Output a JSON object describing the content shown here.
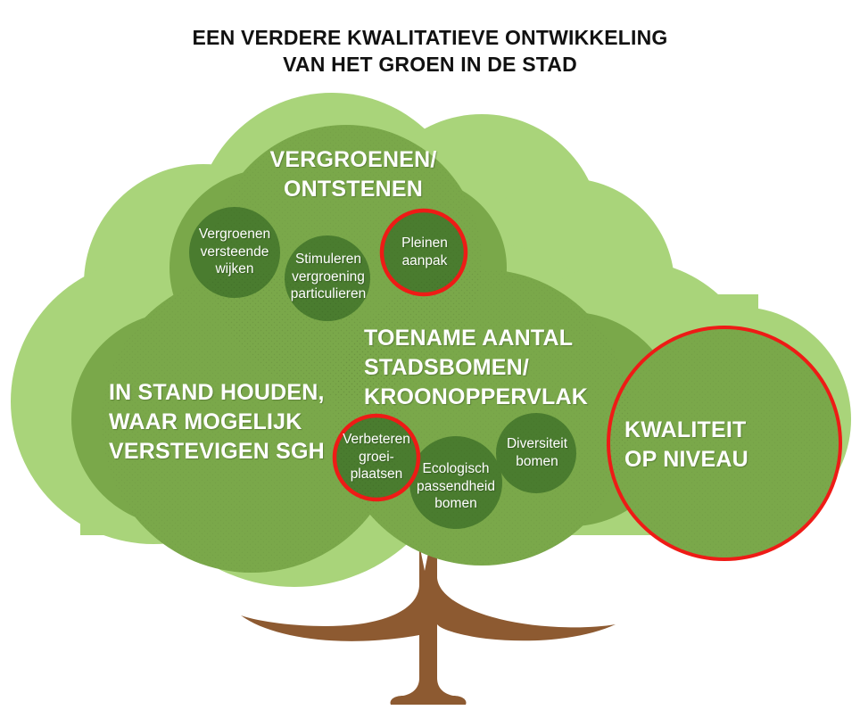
{
  "title": {
    "line1": "EEN VERDERE KWALITATIEVE ONTWIKKELING",
    "line2": "VAN HET GROEN IN DE STAD"
  },
  "colors": {
    "background": "#ffffff",
    "canopy_light": "#a9d47a",
    "canopy_mid": "#7aa84a",
    "bubble_dark": "#4a7c2f",
    "trunk": "#8d5a31",
    "highlight": "#ee1b16",
    "text_on_green": "#ffffff",
    "title_text": "#111111"
  },
  "diagram": {
    "type": "tree-concept-map",
    "shape": "tree with leafy canopy of overlapping circles and a brown trunk",
    "major_themes": [
      {
        "id": "vergroenen",
        "lines": [
          "VERGROENEN/",
          "ONTSTENEN"
        ],
        "highlighted": false
      },
      {
        "id": "instand",
        "lines": [
          "IN STAND HOUDEN,",
          "WAAR MOGELIJK",
          "VERSTEVIGEN SGH"
        ],
        "highlighted": false
      },
      {
        "id": "toename",
        "lines": [
          "TOENAME AANTAL",
          "STADSBOMEN/",
          "KROONOPPERVLAK"
        ],
        "highlighted": false
      },
      {
        "id": "kwaliteit",
        "lines": [
          "KWALITEIT",
          "OP NIVEAU"
        ],
        "highlighted": true
      }
    ],
    "sub_items": [
      {
        "id": "c1",
        "lines": [
          "Vergroenen",
          "versteende",
          "wijken"
        ],
        "highlighted": false
      },
      {
        "id": "c2",
        "lines": [
          "Stimuleren",
          "vergroening",
          "particulieren"
        ],
        "highlighted": false
      },
      {
        "id": "c3",
        "lines": [
          "Pleinen",
          "aanpak"
        ],
        "highlighted": true
      },
      {
        "id": "c4",
        "lines": [
          "Verbeteren",
          "groei-",
          "plaatsen"
        ],
        "highlighted": true
      },
      {
        "id": "c5",
        "lines": [
          "Ecologisch",
          "passendheid",
          "bomen"
        ],
        "highlighted": false
      },
      {
        "id": "c6",
        "lines": [
          "Diversiteit",
          "bomen"
        ],
        "highlighted": false
      }
    ]
  }
}
